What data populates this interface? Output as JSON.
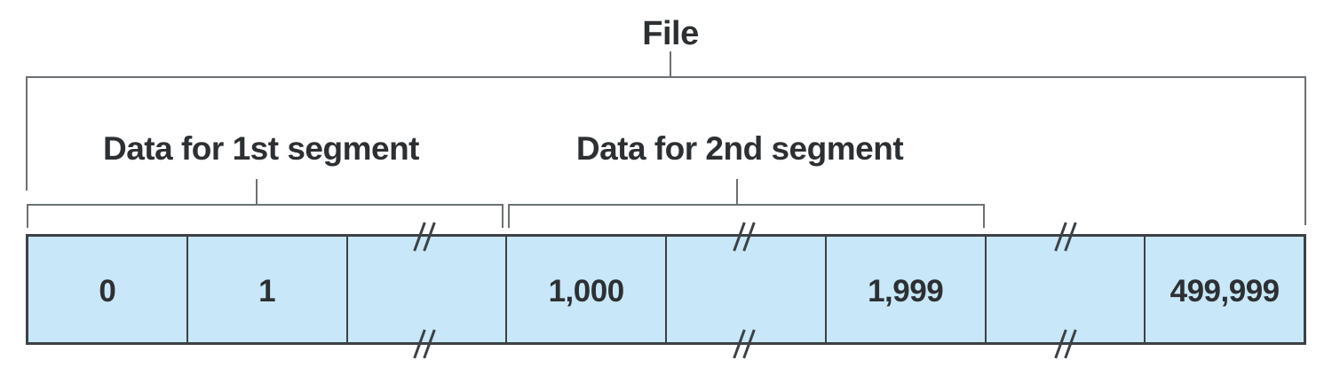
{
  "diagram": {
    "file_label": "File",
    "segment1_label": "Data for 1st segment",
    "segment2_label": "Data for 2nd segment",
    "cells": [
      {
        "label": "0"
      },
      {
        "label": "1"
      },
      {
        "label": ""
      },
      {
        "label": "1,000"
      },
      {
        "label": ""
      },
      {
        "label": "1,999"
      },
      {
        "label": ""
      },
      {
        "label": "499,999"
      }
    ],
    "colors": {
      "background": "#ffffff",
      "cell_fill": "#c8e7f8",
      "cell_border": "#3c4145",
      "bracket_line": "#6b7074",
      "text_color": "#2d3033"
    }
  }
}
